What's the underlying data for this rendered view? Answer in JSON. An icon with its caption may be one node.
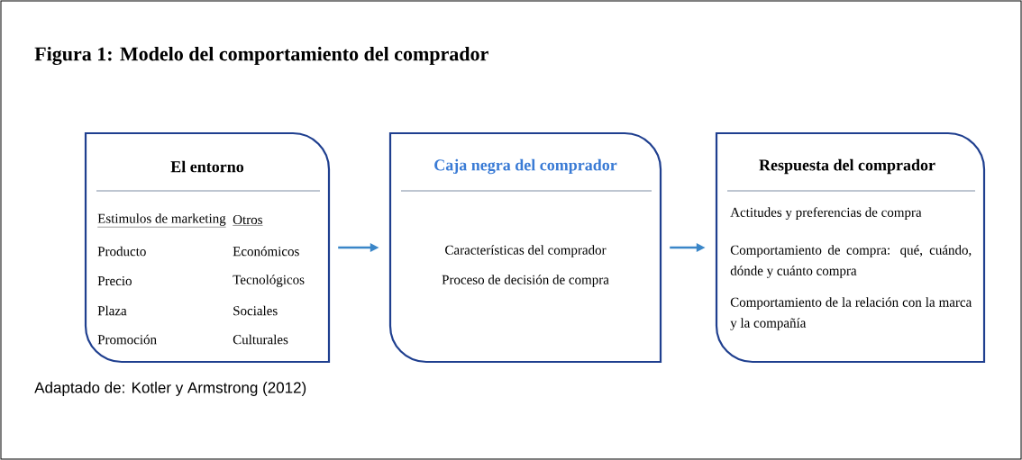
{
  "diagram": {
    "title": "Figura 1: Modelo del comportamiento del comprador",
    "caption": "Adaptado de: Kotler y Armstrong (2012)",
    "nodes": [
      {
        "text": [
          "El entorno",
          "Estimulos de marketing",
          "Producto",
          "Precio",
          "Plaza",
          "Promoción",
          "Otros",
          "Económicos",
          "Tecnológicos",
          "Sociales",
          "Culturales"
        ]
      },
      {
        "text": [
          "Caja negra del comprador",
          "Características del comprador",
          "Proceso de decisión de compra"
        ]
      },
      {
        "text": [
          "Respuesta del comprador",
          "Actitudes y preferencias de compra",
          "Comportamiento de compra: qué, cuándo, dónde y cuánto compra",
          "Comportamiento de la relación con la marca y la compañía"
        ]
      }
    ],
    "edges": [
      {
        "from": 0,
        "to": 1,
        "arrow": "to"
      },
      {
        "from": 1,
        "to": 2,
        "arrow": "to"
      }
    ]
  }
}
